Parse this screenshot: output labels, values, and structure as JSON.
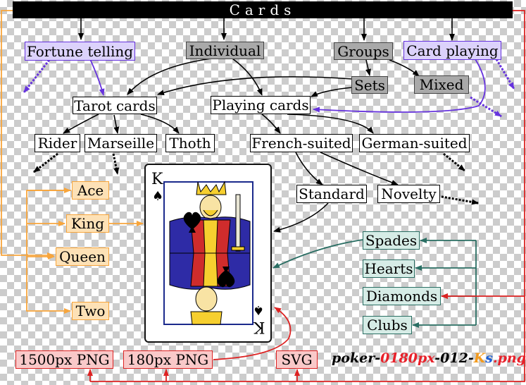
{
  "title": "Cards",
  "nodes": {
    "fortune_telling": "Fortune telling",
    "individual": "Individual",
    "groups": "Groups",
    "card_playing": "Card playing",
    "sets": "Sets",
    "mixed": "Mixed",
    "tarot_cards": "Tarot cards",
    "playing_cards": "Playing cards",
    "rider": "Rider",
    "marseille": "Marseille",
    "thoth": "Thoth",
    "french_suited": "French-suited",
    "german_suited": "German-suited",
    "standard": "Standard",
    "novelty": "Novelty",
    "ace": "Ace",
    "king": "King",
    "queen": "Queen",
    "two": "Two",
    "spades": "Spades",
    "hearts": "Hearts",
    "diamonds": "Diamonds",
    "clubs": "Clubs",
    "png_1500": "1500px PNG",
    "png_180": "180px PNG",
    "svg": "SVG"
  },
  "card": {
    "rank": "K",
    "suit": "♠"
  },
  "filename": {
    "prefix": "poker-",
    "size": "0180px",
    "mid": "-012-",
    "rank": "K",
    "suit_letter": "s",
    "ext": ".png"
  },
  "colors": {
    "purple": "#6633dd",
    "orange": "#f7a53c",
    "teal": "#2a6e63",
    "red": "#dd2222",
    "filename_red": "#e8212a",
    "filename_orange": "#f39a1c",
    "filename_blue": "#1a5ed6"
  }
}
